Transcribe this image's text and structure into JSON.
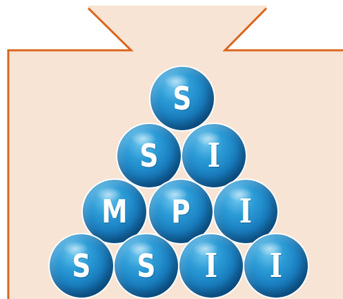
{
  "colors": {
    "container_fill": "#f7e4d4",
    "container_outline": "#d9651e",
    "ball_blue": "#1a7fc0",
    "letter": "#ffffff"
  },
  "pyramid": {
    "rows": [
      {
        "balls": [
          {
            "letter": "S"
          }
        ]
      },
      {
        "balls": [
          {
            "letter": "S"
          },
          {
            "letter": "I"
          }
        ]
      },
      {
        "balls": [
          {
            "letter": "M"
          },
          {
            "letter": "P"
          },
          {
            "letter": "I"
          }
        ]
      },
      {
        "balls": [
          {
            "letter": "S"
          },
          {
            "letter": "S"
          },
          {
            "letter": "I"
          },
          {
            "letter": "I"
          }
        ]
      }
    ]
  }
}
